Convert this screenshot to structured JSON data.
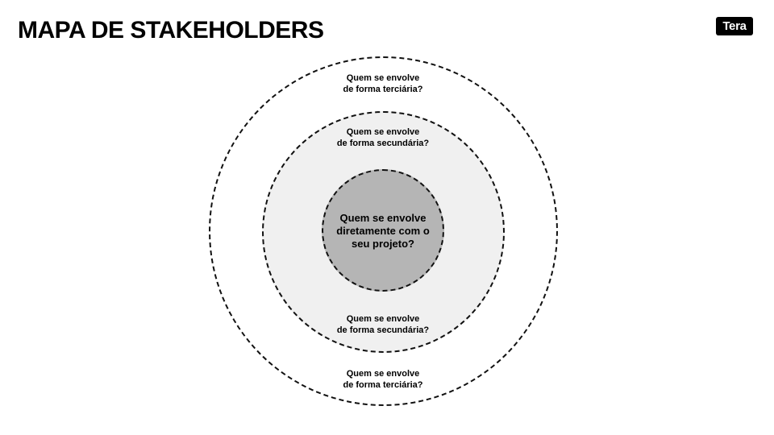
{
  "header": {
    "title": "MAPA DE STAKEHOLDERS",
    "logo_text": "Tera"
  },
  "diagram": {
    "core": {
      "lines": [
        "Quem se envolve",
        "diretamente com o",
        "seu projeto?"
      ]
    },
    "secondary_top": {
      "lines": [
        "Quem se envolve",
        "de forma secundária?"
      ]
    },
    "secondary_bottom": {
      "lines": [
        "Quem se envolve",
        "de forma secundária?"
      ]
    },
    "tertiary_top": {
      "lines": [
        "Quem se envolve",
        "de forma terciária?"
      ]
    },
    "tertiary_bottom": {
      "lines": [
        "Quem se envolve",
        "de forma terciária?"
      ]
    }
  },
  "colors": {
    "outer_ring_fill": "#ffffff",
    "middle_ring_fill": "#f0f0f0",
    "inner_ring_fill": "#b5b5b5",
    "ring_stroke": "#111111"
  }
}
